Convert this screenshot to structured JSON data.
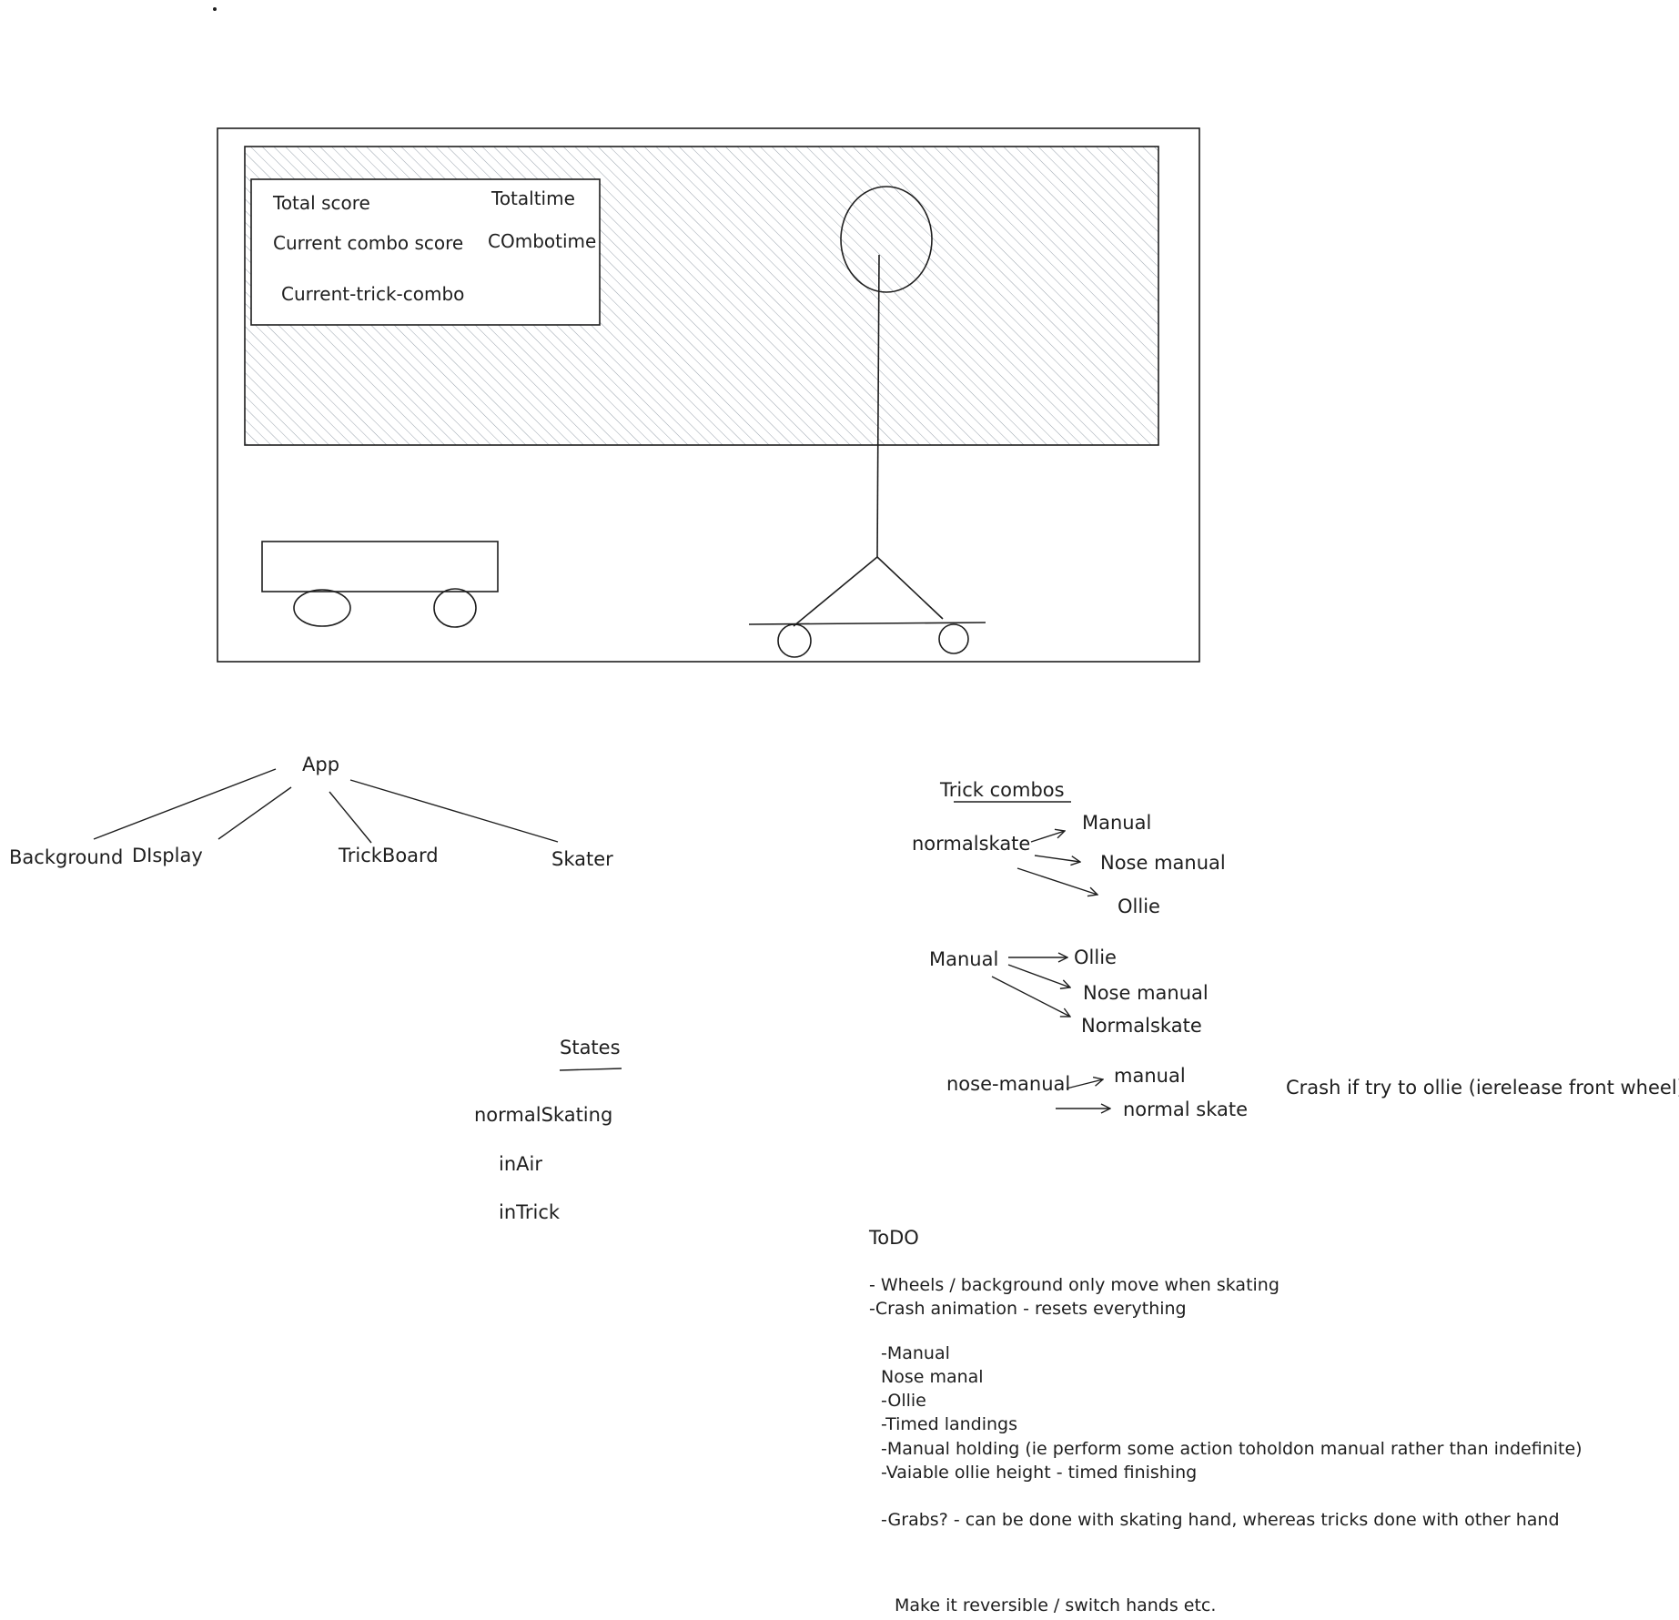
{
  "colors": {
    "ink": "#1e1e1e",
    "hatch": "#9aa3ad",
    "background": "#ffffff"
  },
  "mockup": {
    "hud": {
      "total_score": "Total score",
      "total_time": "Totaltime",
      "combo_score": "Current combo score",
      "combo_time": "COmbotime",
      "trick_combo": "Current-trick-combo"
    }
  },
  "tree": {
    "root": "App",
    "children": [
      "Background",
      "DIsplay",
      "TrickBoard",
      "Skater"
    ]
  },
  "states": {
    "title": "States",
    "items": [
      "normalSkating",
      "inAir",
      "inTrick"
    ]
  },
  "combos": {
    "title": "Trick combos",
    "groups": [
      {
        "from": "normalskate",
        "to": [
          "Manual",
          "Nose manual",
          "Ollie"
        ]
      },
      {
        "from": "Manual",
        "to": [
          "Ollie",
          "Nose manual",
          "Normalskate"
        ]
      },
      {
        "from": "nose-manual",
        "to": [
          "manual",
          "normal skate"
        ]
      }
    ],
    "note": "Crash if try to ollie (ierelease front wheel)"
  },
  "todo": {
    "title": "ToDO",
    "lines": [
      "- Wheels / background only move when skating",
      "-Crash animation - resets everything",
      "-Manual",
      "Nose manal",
      "-Ollie",
      "-Timed landings",
      "-Manual holding (ie perform some action toholdon manual rather than indefinite)",
      "-Vaiable ollie height - timed finishing",
      "-Grabs? - can be done with skating hand, whereas tricks done with other hand",
      "Make it reversible / switch hands etc."
    ]
  }
}
